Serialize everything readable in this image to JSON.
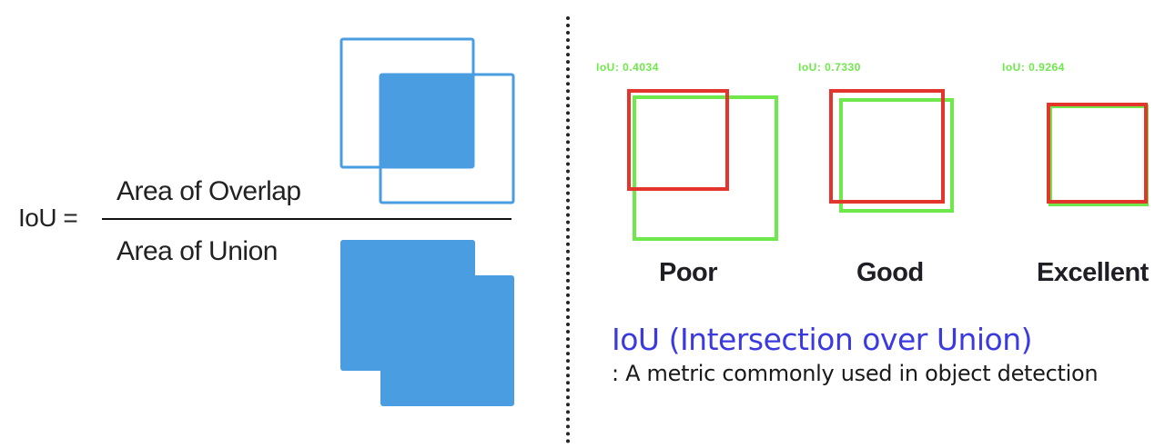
{
  "formula": {
    "lhs": "IoU =",
    "numerator": "Area of Overlap",
    "denominator": "Area of Union"
  },
  "examples": [
    {
      "score_label": "IoU: 0.4034",
      "quality": "Poor"
    },
    {
      "score_label": "IoU: 0.7330",
      "quality": "Good"
    },
    {
      "score_label": "IoU: 0.9264",
      "quality": "Excellent"
    }
  ],
  "definition": {
    "title": "IoU (Intersection over Union)",
    "text": ": A metric commonly used in object detection"
  },
  "colors": {
    "diagram_blue": "#4a9de0",
    "prediction_red": "#e3352b",
    "ground_truth_green": "#6ee84a",
    "title_blue": "#3a3ae0"
  }
}
